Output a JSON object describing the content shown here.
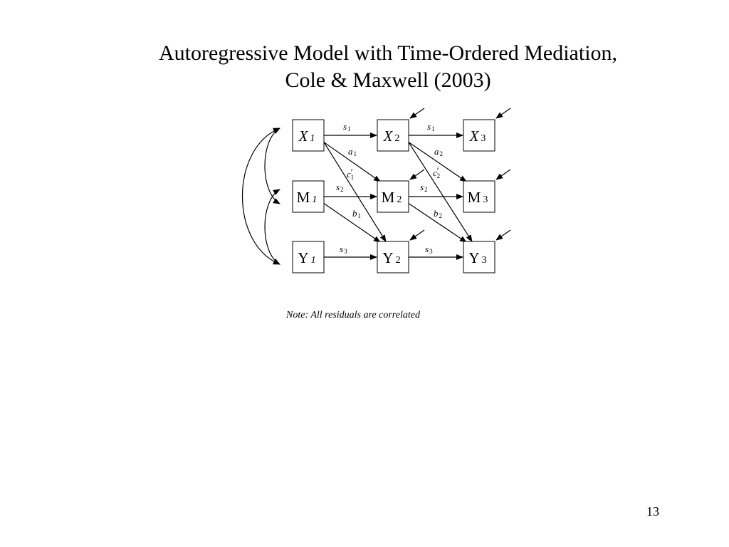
{
  "slide": {
    "title_line1": "Autoregressive Model with Time-Ordered Mediation,",
    "title_line2": "Cole & Maxwell (2003)",
    "note": "Note: All residuals are correlated",
    "page_number": "13"
  },
  "nodes": [
    {
      "id": "X1",
      "letter": "X",
      "sub": "1",
      "sub_italic": true,
      "letter_italic": true
    },
    {
      "id": "X2",
      "letter": "X",
      "sub": "2",
      "sub_italic": false,
      "letter_italic": true
    },
    {
      "id": "X3",
      "letter": "X",
      "sub": "3",
      "sub_italic": false,
      "letter_italic": true
    },
    {
      "id": "M1",
      "letter": "M",
      "sub": "1",
      "sub_italic": true,
      "letter_italic": false
    },
    {
      "id": "M2",
      "letter": "M",
      "sub": "2",
      "sub_italic": false,
      "letter_italic": false
    },
    {
      "id": "M3",
      "letter": "M",
      "sub": "3",
      "sub_italic": false,
      "letter_italic": false
    },
    {
      "id": "Y1",
      "letter": "Y",
      "sub": "1",
      "sub_italic": true,
      "letter_italic": false
    },
    {
      "id": "Y2",
      "letter": "Y",
      "sub": "2",
      "sub_italic": false,
      "letter_italic": false
    },
    {
      "id": "Y3",
      "letter": "Y",
      "sub": "3",
      "sub_italic": false,
      "letter_italic": false
    }
  ],
  "paths": [
    {
      "from": "X1",
      "to": "X2",
      "label": "s",
      "sub": "1",
      "prime": false
    },
    {
      "from": "X2",
      "to": "X3",
      "label": "s",
      "sub": "1",
      "prime": false
    },
    {
      "from": "X1",
      "to": "M2",
      "label": "a",
      "sub": "1",
      "prime": false
    },
    {
      "from": "X2",
      "to": "M3",
      "label": "a",
      "sub": "2",
      "prime": false
    },
    {
      "from": "X1",
      "to": "Y2",
      "label": "c",
      "sub": "1",
      "prime": true
    },
    {
      "from": "X2",
      "to": "Y3",
      "label": "c",
      "sub": "2",
      "prime": true
    },
    {
      "from": "M1",
      "to": "M2",
      "label": "s",
      "sub": "2",
      "prime": false
    },
    {
      "from": "M2",
      "to": "M3",
      "label": "s",
      "sub": "2",
      "prime": false
    },
    {
      "from": "M1",
      "to": "Y2",
      "label": "b",
      "sub": "1",
      "prime": false
    },
    {
      "from": "M2",
      "to": "Y3",
      "label": "b",
      "sub": "2",
      "prime": false
    },
    {
      "from": "Y1",
      "to": "Y2",
      "label": "s",
      "sub": "3",
      "prime": false
    },
    {
      "from": "Y2",
      "to": "Y3",
      "label": "s",
      "sub": "3",
      "prime": false
    }
  ],
  "residuals": [
    "X2",
    "X3",
    "M2",
    "M3",
    "Y2",
    "Y3"
  ],
  "correlations": [
    {
      "a": "X1",
      "b": "M1"
    },
    {
      "a": "M1",
      "b": "Y1"
    },
    {
      "a": "X1",
      "b": "Y1"
    }
  ]
}
